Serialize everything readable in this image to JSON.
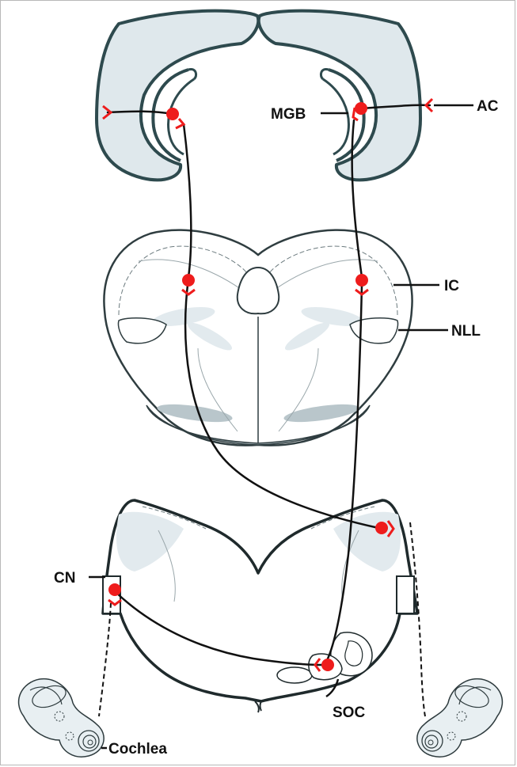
{
  "labels": {
    "mgb": "MGB",
    "ac": "AC",
    "ic": "IC",
    "nll": "NLL",
    "cn": "CN",
    "soc": "SOC",
    "cochlea": "Cochlea"
  },
  "colors": {
    "cortex_fill": "#dfe8ec",
    "cortex_stroke": "#2e4a4e",
    "midbrain_fill": "#ffffff",
    "inner_shade": "#e2eaee",
    "dark_shade": "#b9c6cb",
    "neuron": "#ee1c1c",
    "pathway": "#111111"
  }
}
